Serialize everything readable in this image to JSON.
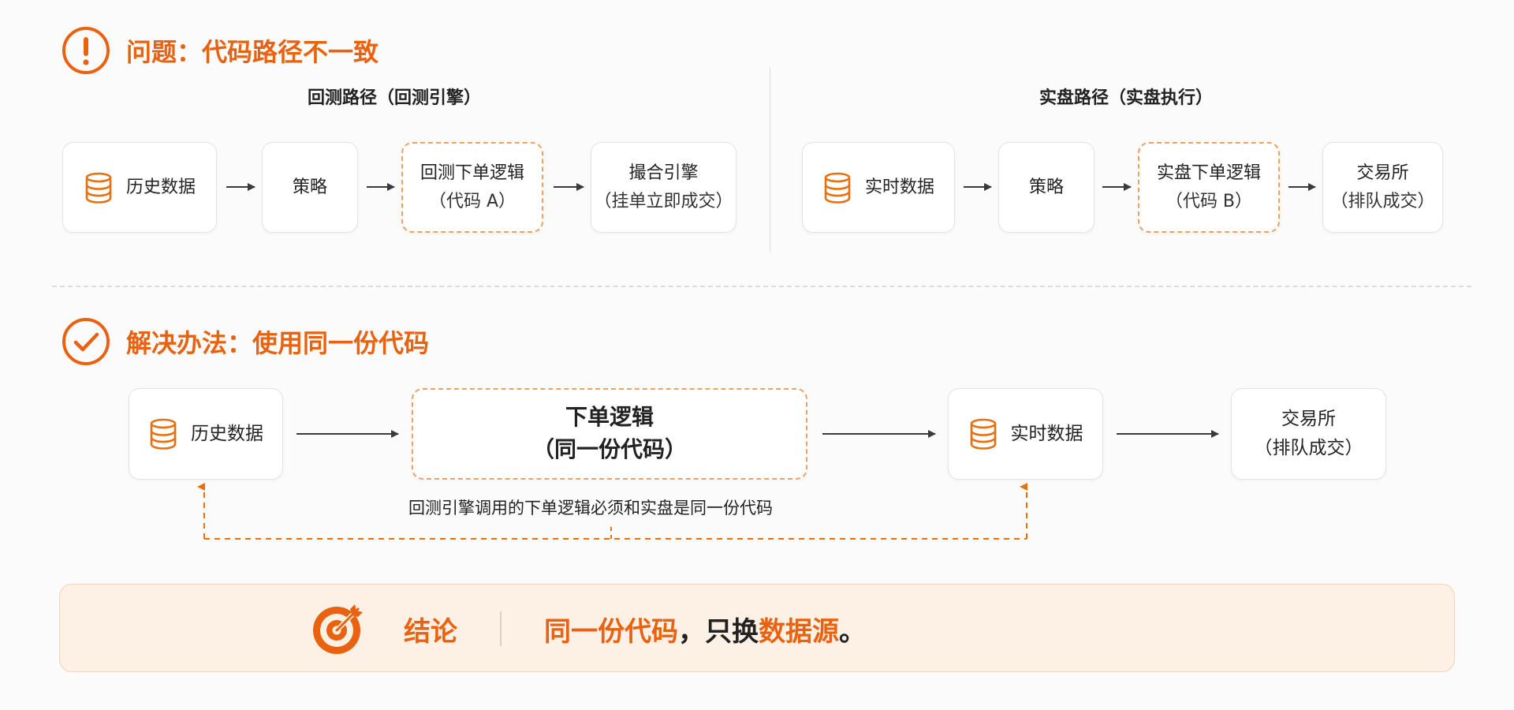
{
  "problem": {
    "title": "问题：代码路径不一致",
    "backtest": {
      "title": "回测路径（回测引擎）",
      "nodes": [
        {
          "label": "历史数据"
        },
        {
          "label": "策略"
        },
        {
          "label": "回测下单逻辑",
          "sub": "（代码 A）"
        },
        {
          "label": "撮合引擎",
          "sub": "（挂单立即成交）"
        }
      ]
    },
    "live": {
      "title": "实盘路径（实盘执行）",
      "nodes": [
        {
          "label": "实时数据"
        },
        {
          "label": "策略"
        },
        {
          "label": "实盘下单逻辑",
          "sub": "（代码 B）"
        },
        {
          "label": "交易所",
          "sub": "（排队成交）"
        }
      ]
    }
  },
  "solution": {
    "title": "解决办法：使用同一份代码",
    "nodes": [
      {
        "label": "历史数据"
      },
      {
        "label": "下单逻辑",
        "sub": "（同一份代码）"
      },
      {
        "label": "实时数据"
      },
      {
        "label": "交易所",
        "sub": "（排队成交）"
      }
    ],
    "note": "回测引擎调用的下单逻辑必须和实盘是同一份代码"
  },
  "conclusion": {
    "label": "结论",
    "part1": "同一份代码",
    "part2": "，只换",
    "part3": "数据源",
    "part4": "。"
  },
  "colors": {
    "accent": "#e8620f",
    "dashed_border": "#f0a060",
    "conclusion_bg": "#fdf0e5"
  },
  "icons": [
    "warning-icon",
    "check-circle-icon",
    "database-icon",
    "target-icon",
    "arrow-right-icon"
  ]
}
